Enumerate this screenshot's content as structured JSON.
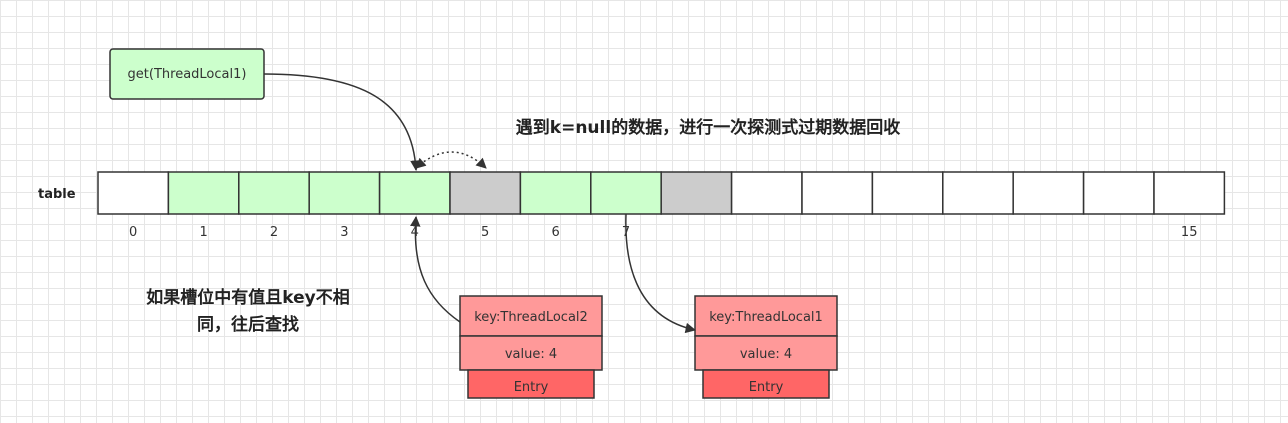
{
  "colors": {
    "empty": "#ffffff",
    "occupied": "#ccffcc",
    "expired": "#cccccc",
    "entry_field": "#ff9999",
    "entry_title": "#ff6666",
    "stroke": "#333333",
    "call_box": "#ccffcc"
  },
  "call_label": "get(ThreadLocal1)",
  "table_label": "table",
  "top_note": "遇到k=null的数据，进行一次探测式过期数据回收",
  "left_note": [
    "如果槽位中有值且key不相",
    "同，往后查找"
  ],
  "slots": [
    "empty",
    "occupied",
    "occupied",
    "occupied",
    "occupied",
    "expired",
    "occupied",
    "occupied",
    "expired",
    "empty",
    "empty",
    "empty",
    "empty",
    "empty",
    "empty",
    "empty"
  ],
  "index_labels": [
    {
      "slot": 0,
      "text": "0"
    },
    {
      "slot": 1,
      "text": "1"
    },
    {
      "slot": 2,
      "text": "2"
    },
    {
      "slot": 3,
      "text": "3"
    },
    {
      "slot": 4,
      "text": "4"
    },
    {
      "slot": 5,
      "text": "5"
    },
    {
      "slot": 6,
      "text": "6"
    },
    {
      "slot": 7,
      "text": "7"
    },
    {
      "slot": 15,
      "text": "15"
    }
  ],
  "entries": [
    {
      "key": "key:ThreadLocal2",
      "value": "value: 4",
      "title": "Entry"
    },
    {
      "key": "key:ThreadLocal1",
      "value": "value: 4",
      "title": "Entry"
    }
  ]
}
